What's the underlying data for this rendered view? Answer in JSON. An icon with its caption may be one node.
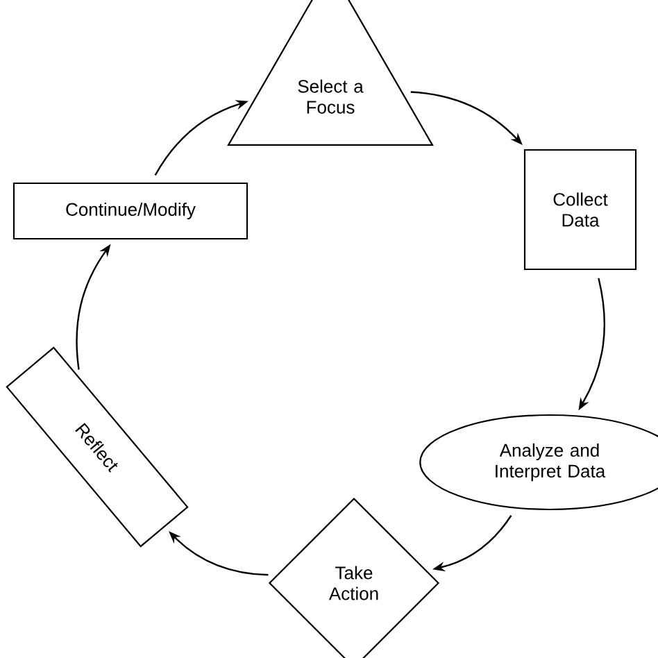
{
  "diagram": {
    "nodes": [
      {
        "text": [
          "Select a Focus"
        ]
      },
      {
        "text": [
          "Collect Data"
        ]
      },
      {
        "text": [
          "Analyze and Interpret Data"
        ]
      },
      {
        "text": [
          "Take Action"
        ]
      },
      {
        "text": [
          "Reflect"
        ]
      },
      {
        "text": [
          "Continue/Modify"
        ]
      }
    ],
    "edges": [
      {
        "from": 0,
        "to": 1,
        "arrow": "to"
      },
      {
        "from": 1,
        "to": 2,
        "arrow": "to"
      },
      {
        "from": 2,
        "to": 3,
        "arrow": "to"
      },
      {
        "from": 3,
        "to": 4,
        "arrow": "to"
      },
      {
        "from": 4,
        "to": 5,
        "arrow": "to"
      },
      {
        "from": 5,
        "to": 0,
        "arrow": "to"
      }
    ]
  }
}
